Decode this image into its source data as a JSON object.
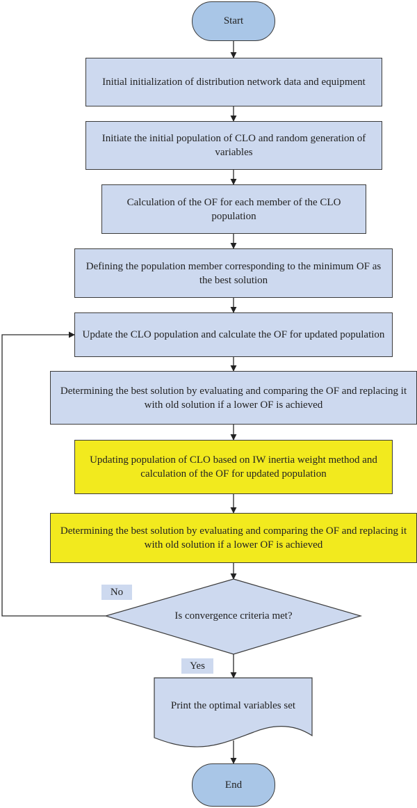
{
  "flowchart": {
    "start": "Start",
    "steps": [
      "Initial initialization of distribution network data and equipment",
      "Initiate the initial population of CLO and random generation of variables",
      "Calculation of the OF for each member of the CLO population",
      "Defining the population member corresponding to the minimum OF as the best solution",
      "Update the CLO population and calculate the OF for updated population",
      "Determining the best solution by evaluating and comparing the OF and replacing it with old solution if a lower OF is achieved",
      "Updating population of CLO based on IW inertia weight method and calculation of the OF for updated population",
      "Determining the best solution by evaluating and comparing the OF and replacing it with old solution if a lower OF is achieved"
    ],
    "decision": "Is convergence criteria met?",
    "no_label": "No",
    "yes_label": "Yes",
    "output": "Print the optimal variables set",
    "end": "End"
  },
  "colors": {
    "step_fill": "#cdd9ef",
    "highlight_fill": "#f2ea1e",
    "terminal_fill": "#a9c6e7",
    "line": "#2a2a2a"
  }
}
